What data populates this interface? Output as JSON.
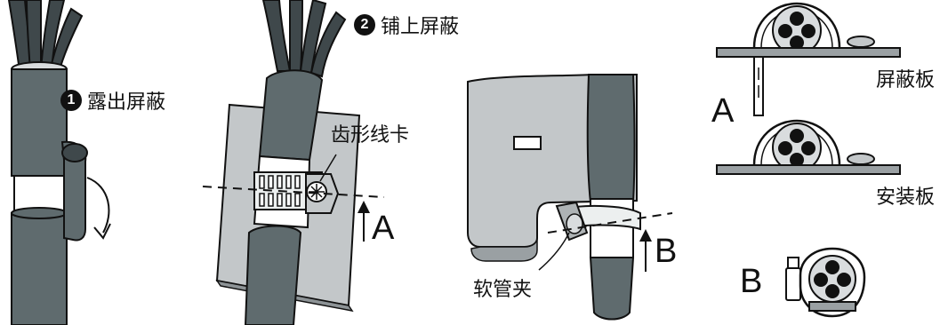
{
  "steps": [
    {
      "number": "1",
      "label": "露出屏蔽"
    },
    {
      "number": "2",
      "label": "铺上屏蔽"
    }
  ],
  "labels": {
    "toothed_clip": "齿形线卡",
    "hose_clamp": "软管夹",
    "shield_plate": "屏蔽板",
    "mounting_plate": "安装板",
    "section_a": "A",
    "section_b": "B"
  },
  "colors": {
    "cable": "#5f6b6e",
    "cable_dark": "#3f484b",
    "plate": "#c3c7c9",
    "plate_light": "#d9dcde",
    "outline": "#111111"
  }
}
